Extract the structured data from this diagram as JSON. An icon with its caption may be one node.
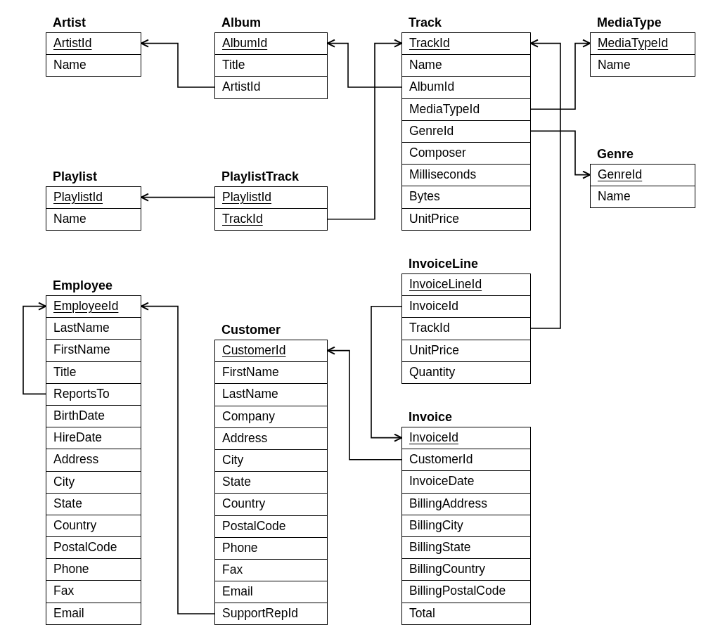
{
  "diagram": {
    "nodes": [
      {
        "text": [
          "Artist"
        ]
      },
      {
        "text": [
          "ArtistId"
        ],
        "in": 0
      },
      {
        "text": [
          "Name"
        ],
        "in": 0
      },
      {
        "text": [
          "Album"
        ]
      },
      {
        "text": [
          "AlbumId"
        ],
        "in": 3
      },
      {
        "text": [
          "Title"
        ],
        "in": 3
      },
      {
        "text": [
          "ArtistId"
        ],
        "in": 3
      },
      {
        "text": [
          "Track"
        ]
      },
      {
        "text": [
          "TrackId"
        ],
        "in": 7
      },
      {
        "text": [
          "Name"
        ],
        "in": 7
      },
      {
        "text": [
          "AlbumId"
        ],
        "in": 7
      },
      {
        "text": [
          "MediaTypeId"
        ],
        "in": 7
      },
      {
        "text": [
          "GenreId"
        ],
        "in": 7
      },
      {
        "text": [
          "Composer"
        ],
        "in": 7
      },
      {
        "text": [
          "Milliseconds"
        ],
        "in": 7
      },
      {
        "text": [
          "Bytes"
        ],
        "in": 7
      },
      {
        "text": [
          "UnitPrice"
        ],
        "in": 7
      },
      {
        "text": [
          "MediaType"
        ]
      },
      {
        "text": [
          "MediaTypeId"
        ],
        "in": 17
      },
      {
        "text": [
          "Name"
        ],
        "in": 17
      },
      {
        "text": [
          "Genre"
        ]
      },
      {
        "text": [
          "GenreId"
        ],
        "in": 20
      },
      {
        "text": [
          "Name"
        ],
        "in": 20
      },
      {
        "text": [
          "Playlist"
        ]
      },
      {
        "text": [
          "PlaylistId"
        ],
        "in": 23
      },
      {
        "text": [
          "Name"
        ],
        "in": 23
      },
      {
        "text": [
          "PlaylistTrack"
        ]
      },
      {
        "text": [
          "PlaylistId"
        ],
        "in": 26
      },
      {
        "text": [
          "TrackId"
        ],
        "in": 26
      },
      {
        "text": [
          "InvoiceLine"
        ]
      },
      {
        "text": [
          "InvoiceLineId"
        ],
        "in": 29
      },
      {
        "text": [
          "InvoiceId"
        ],
        "in": 29
      },
      {
        "text": [
          "TrackId"
        ],
        "in": 29
      },
      {
        "text": [
          "UnitPrice"
        ],
        "in": 29
      },
      {
        "text": [
          "Quantity"
        ],
        "in": 29
      },
      {
        "text": [
          "Employee"
        ]
      },
      {
        "text": [
          "EmployeeId"
        ],
        "in": 35
      },
      {
        "text": [
          "LastName"
        ],
        "in": 35
      },
      {
        "text": [
          "FirstName"
        ],
        "in": 35
      },
      {
        "text": [
          "Title"
        ],
        "in": 35
      },
      {
        "text": [
          "ReportsTo"
        ],
        "in": 35
      },
      {
        "text": [
          "BirthDate"
        ],
        "in": 35
      },
      {
        "text": [
          "HireDate"
        ],
        "in": 35
      },
      {
        "text": [
          "Address"
        ],
        "in": 35
      },
      {
        "text": [
          "City"
        ],
        "in": 35
      },
      {
        "text": [
          "State"
        ],
        "in": 35
      },
      {
        "text": [
          "Country"
        ],
        "in": 35
      },
      {
        "text": [
          "PostalCode"
        ],
        "in": 35
      },
      {
        "text": [
          "Phone"
        ],
        "in": 35
      },
      {
        "text": [
          "Fax"
        ],
        "in": 35
      },
      {
        "text": [
          "Email"
        ],
        "in": 35
      },
      {
        "text": [
          "Customer"
        ]
      },
      {
        "text": [
          "CustomerId"
        ],
        "in": 51
      },
      {
        "text": [
          "FirstName"
        ],
        "in": 51
      },
      {
        "text": [
          "LastName"
        ],
        "in": 51
      },
      {
        "text": [
          "Company"
        ],
        "in": 51
      },
      {
        "text": [
          "Address"
        ],
        "in": 51
      },
      {
        "text": [
          "City"
        ],
        "in": 51
      },
      {
        "text": [
          "State"
        ],
        "in": 51
      },
      {
        "text": [
          "Country"
        ],
        "in": 51
      },
      {
        "text": [
          "PostalCode"
        ],
        "in": 51
      },
      {
        "text": [
          "Phone"
        ],
        "in": 51
      },
      {
        "text": [
          "Fax"
        ],
        "in": 51
      },
      {
        "text": [
          "Email"
        ],
        "in": 51
      },
      {
        "text": [
          "SupportRepId"
        ],
        "in": 51
      },
      {
        "text": [
          "Invoice"
        ]
      },
      {
        "text": [
          "InvoiceId"
        ],
        "in": 65
      },
      {
        "text": [
          "CustomerId"
        ],
        "in": 65
      },
      {
        "text": [
          "InvoiceDate"
        ],
        "in": 65
      },
      {
        "text": [
          "BillingAddress"
        ],
        "in": 65
      },
      {
        "text": [
          "BillingCity"
        ],
        "in": 65
      },
      {
        "text": [
          "BillingState"
        ],
        "in": 65
      },
      {
        "text": [
          "BillingCountry"
        ],
        "in": 65
      },
      {
        "text": [
          "BillingPostalCode"
        ],
        "in": 65
      },
      {
        "text": [
          "Total"
        ],
        "in": 65
      }
    ],
    "edges": [
      {
        "from": 6,
        "to": 1,
        "arrow": "to"
      },
      {
        "from": 10,
        "to": 4,
        "arrow": "to"
      },
      {
        "from": 28,
        "to": 8,
        "arrow": "to"
      },
      {
        "from": 11,
        "to": 18,
        "arrow": "to"
      },
      {
        "from": 12,
        "to": 21,
        "arrow": "to"
      },
      {
        "from": 27,
        "to": 24,
        "arrow": "to"
      },
      {
        "from": 32,
        "to": 8,
        "arrow": "to"
      },
      {
        "from": 31,
        "to": 66,
        "arrow": "to"
      },
      {
        "from": 67,
        "to": 52,
        "arrow": "to"
      },
      {
        "from": 64,
        "to": 36,
        "arrow": "to"
      },
      {
        "from": 40,
        "to": 36,
        "arrow": "to"
      }
    ]
  }
}
